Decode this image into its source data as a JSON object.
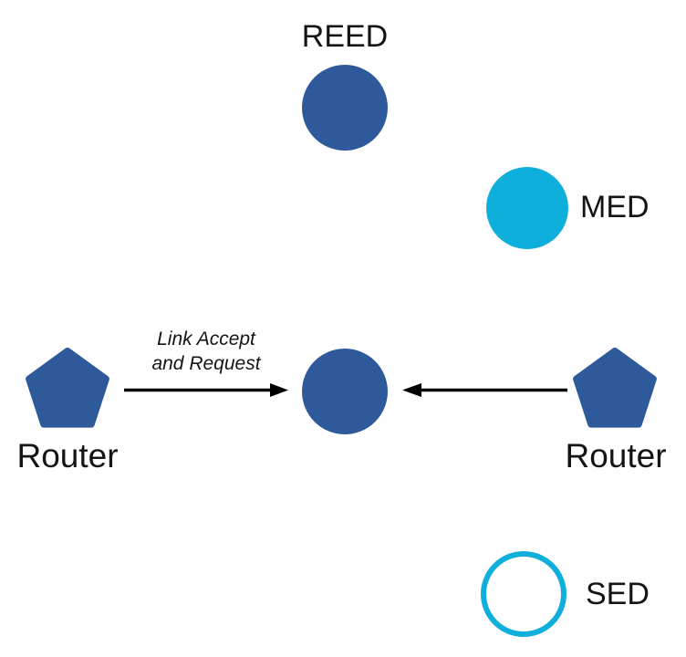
{
  "colors": {
    "node_blue": "#2E5A9C",
    "node_cyan": "#0FAFDC",
    "arrow_black": "#000000",
    "text": "#141414",
    "background": "#FFFFFF"
  },
  "diagram": {
    "nodes": [
      {
        "id": "reed",
        "label": "REED",
        "shape": "circle",
        "fill_style": "solid",
        "color": "#2E5A9C",
        "label_position": "top"
      },
      {
        "id": "med",
        "label": "MED",
        "shape": "circle",
        "fill_style": "solid",
        "color": "#0FAFDC",
        "label_position": "right"
      },
      {
        "id": "router-left",
        "label": "Router",
        "shape": "pentagon",
        "fill_style": "solid",
        "color": "#2E5A9C",
        "label_position": "bottom"
      },
      {
        "id": "central-router",
        "label": "",
        "shape": "circle",
        "fill_style": "solid",
        "color": "#2E5A9C",
        "label_position": "none"
      },
      {
        "id": "router-right",
        "label": "Router",
        "shape": "pentagon",
        "fill_style": "solid",
        "color": "#2E5A9C",
        "label_position": "bottom"
      },
      {
        "id": "sed",
        "label": "SED",
        "shape": "circle",
        "fill_style": "outline",
        "color": "#0FAFDC",
        "label_position": "right"
      }
    ],
    "edges": [
      {
        "from": "router-left",
        "to": "central-router",
        "label": "Link Accept and Request",
        "label_lines": [
          "Link Accept",
          "and Request"
        ],
        "style": "arrow"
      },
      {
        "from": "router-right",
        "to": "central-router",
        "label": "",
        "label_lines": [],
        "style": "arrow"
      }
    ]
  }
}
